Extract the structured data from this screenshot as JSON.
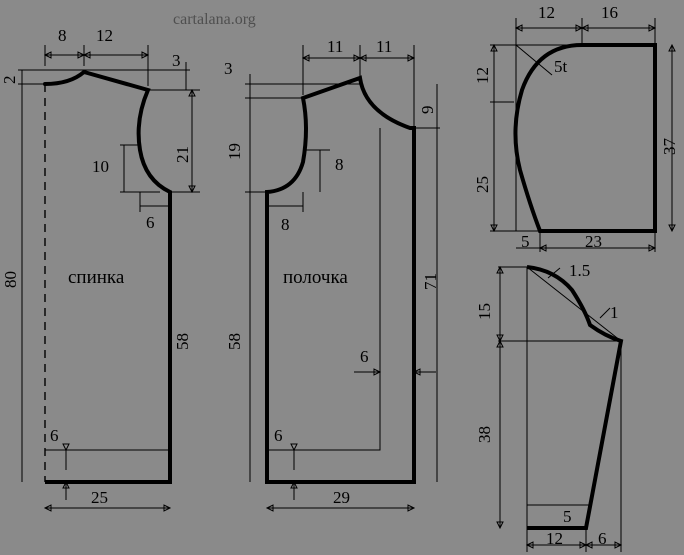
{
  "watermark": "cartalana.org",
  "pieces": {
    "back": {
      "label": "спинка"
    },
    "front": {
      "label": "полочка"
    }
  },
  "dimensions": {
    "back_neck_width": "8",
    "back_shoulder_width": "12",
    "back_neck_drop": "2",
    "back_shoulder_slope": "3",
    "back_armhole_depth": "21",
    "back_armhole_curve_height": "10",
    "back_armhole_inset": "6",
    "back_total_length": "80",
    "back_side_length": "58",
    "back_hem_allowance": "6",
    "back_width": "25",
    "front_neck_width": "11",
    "front_shoulder_width": "11",
    "front_shoulder_slope": "3",
    "front_armhole_depth": "19",
    "front_neck_depth": "9",
    "front_armhole_curve_height": "8",
    "front_armhole_inset": "8",
    "front_side_length": "58",
    "front_placket_width": "6",
    "front_center_length": "71",
    "front_hem_allowance": "6",
    "front_width": "29",
    "hood_top_left": "12",
    "hood_top_right": "16",
    "hood_curve_offset": "5t",
    "hood_upper_height": "12",
    "hood_lower_height": "25",
    "hood_total_height": "37",
    "hood_bottom_left": "5",
    "hood_bottom_right": "23",
    "sleeve_cap_offset_1": "1.5",
    "sleeve_cap_offset_2": "1",
    "sleeve_cap_height": "15",
    "sleeve_length": "38",
    "sleeve_cuff_inset": "5",
    "sleeve_bottom_width": "12",
    "sleeve_bottom_extra": "6"
  }
}
